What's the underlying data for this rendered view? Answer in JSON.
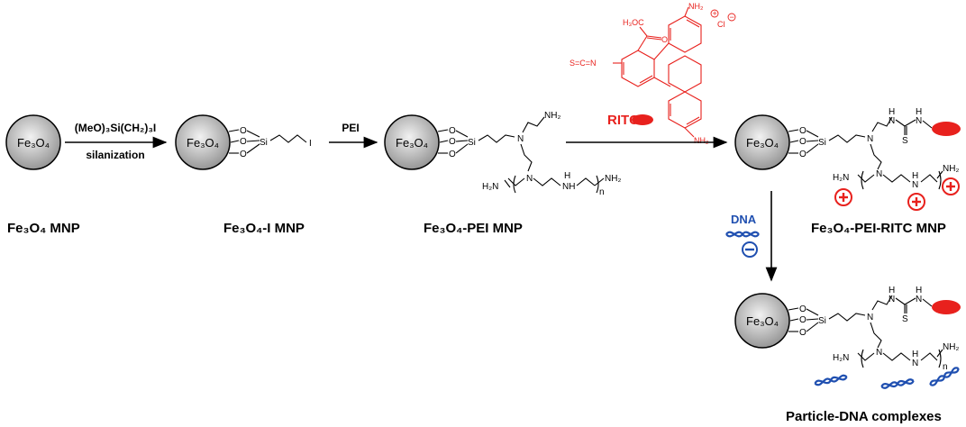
{
  "labels": {
    "fe3o4_mnp": "Fe₃O₄ MNP",
    "fe3o4_i_mnp": "Fe₃O₄-I MNP",
    "fe3o4_pei_mnp": "Fe₃O₄-PEI MNP",
    "fe3o4_pei_ritc_mnp": "Fe₃O₄-PEI-RITC MNP",
    "complex": "Particle-DNA complexes"
  },
  "reagents": {
    "silane": "(MeO)₃Si(CH₂)₃I",
    "silanization": "silanization",
    "pei": "PEI",
    "ritc": "RITC",
    "dna": "DNA"
  },
  "core_label": "Fe₃O₄",
  "atoms": {
    "si": "Si",
    "o": "O",
    "i": "I",
    "n": "N",
    "nh2": "NH₂",
    "h2n": "H₂N",
    "nh": "NH",
    "hn": "HN",
    "h": "H",
    "s": "S",
    "n_sub": "n"
  },
  "ritc_atoms": {
    "nh2": "NH₂",
    "h3coc": "H₃OC",
    "o": "O",
    "cl": "Cl",
    "isothiocyanate": "S=C=N",
    "plus": "+",
    "minus": "−"
  },
  "colors": {
    "ritc_red": "#e8211d",
    "dna_blue": "#1f4fb0",
    "core_fill": "#c9c9c9"
  }
}
